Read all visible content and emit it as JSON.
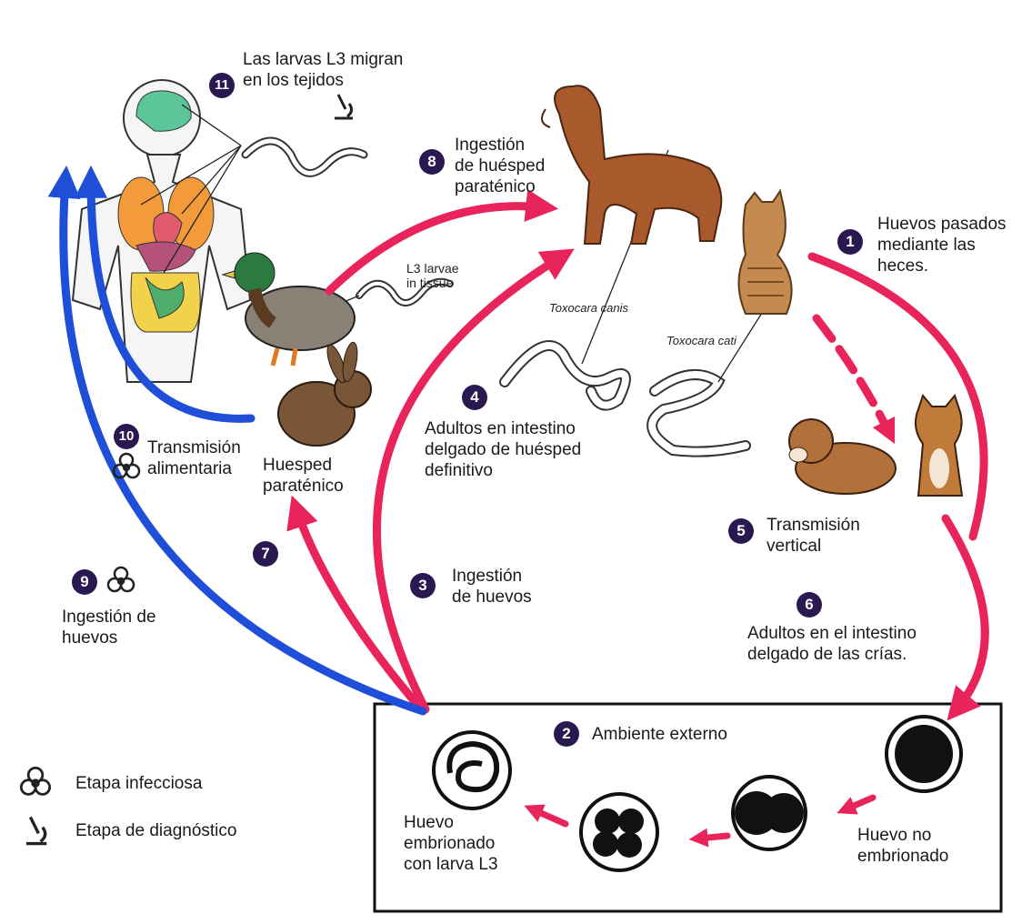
{
  "steps": {
    "s1": {
      "num": "1",
      "text": [
        "Huevos pasados",
        "mediante las",
        "heces."
      ]
    },
    "s2": {
      "num": "2",
      "text": "Ambiente externo"
    },
    "s3": {
      "num": "3",
      "text": [
        "Ingestión",
        "de huevos"
      ]
    },
    "s4": {
      "num": "4",
      "text": [
        "Adultos en intestino",
        "delgado de huésped",
        "definitivo"
      ]
    },
    "s5": {
      "num": "5",
      "text": [
        "Transmisión",
        "vertical"
      ]
    },
    "s6": {
      "num": "6",
      "text": [
        "Adultos en el intestino",
        "delgado de las crías."
      ]
    },
    "s7": {
      "num": "7"
    },
    "s8": {
      "num": "8",
      "text": [
        "Ingestión",
        "de huésped",
        "paraténico"
      ]
    },
    "s9": {
      "num": "9",
      "text": [
        "Ingestión de",
        "huevos"
      ]
    },
    "s10": {
      "num": "10",
      "text": [
        "Transmisión",
        "alimentaria"
      ]
    },
    "s11": {
      "num": "11",
      "text": [
        "Las larvas L3 migran",
        "en los tejidos"
      ]
    }
  },
  "labels": {
    "paratenic_host": [
      "Huesped",
      "paraténico"
    ],
    "l3_larvae": [
      "L3 larvae",
      "in tissue"
    ],
    "toxocara_canis": "Toxocara canis",
    "toxocara_cati": "Toxocara cati",
    "egg_embryonated": [
      "Huevo",
      "embrionado",
      "con larva L3"
    ],
    "egg_unembryonated": [
      "Huevo no",
      "embrionado"
    ]
  },
  "legend": {
    "infectious": "Etapa infecciosa",
    "diagnostic": "Etapa de diagnóstico"
  },
  "colors": {
    "cycle": "#e8245a",
    "human_route": "#1f4fd8",
    "badge": "#2a1950"
  }
}
